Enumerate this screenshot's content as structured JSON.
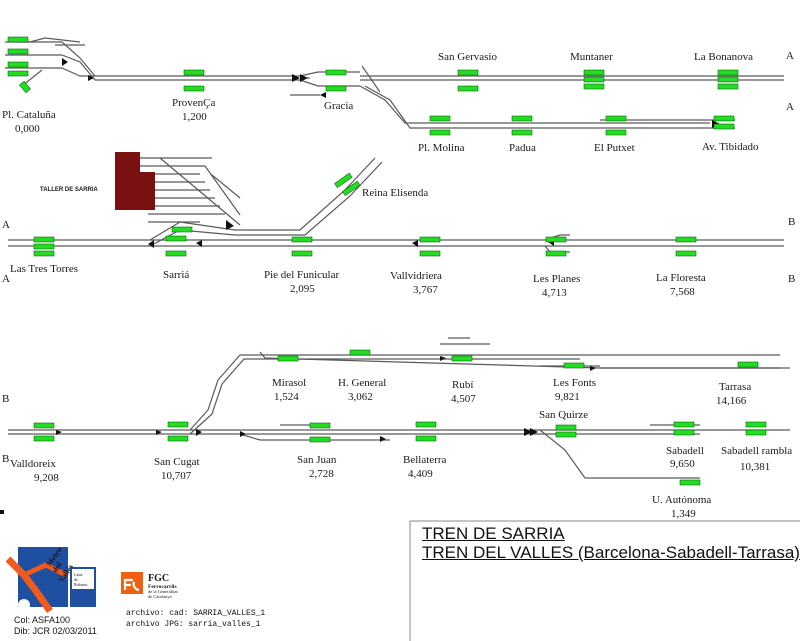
{
  "colors": {
    "line": "#5a5a5a",
    "platform": "#22dd22",
    "platform_edge": "#116611",
    "workshop": "#7a1010",
    "mv_orange": "#f05a1e",
    "mv_blue": "#1f4fa0",
    "fgc_orange": "#f06010"
  },
  "stations": [
    {
      "id": "pl-catalunya",
      "name": "Pl. Cataluña",
      "km": "0,000"
    },
    {
      "id": "provenca",
      "name": "ProvenÇa",
      "km": "1,200"
    },
    {
      "id": "gracia",
      "name": "Gracia",
      "km": ""
    },
    {
      "id": "san-gervasio",
      "name": "San Gervasio",
      "km": ""
    },
    {
      "id": "muntaner",
      "name": "Muntaner",
      "km": ""
    },
    {
      "id": "la-bonanova",
      "name": "La Bonanova",
      "km": ""
    },
    {
      "id": "pl-molina",
      "name": "Pl. Molina",
      "km": ""
    },
    {
      "id": "padua",
      "name": "Padua",
      "km": ""
    },
    {
      "id": "el-putxet",
      "name": "El Putxet",
      "km": ""
    },
    {
      "id": "av-tibidado",
      "name": "Av. Tibidado",
      "km": ""
    },
    {
      "id": "reina-elisenda",
      "name": "Reina Elisenda",
      "km": ""
    },
    {
      "id": "las-tres-torres",
      "name": "Las Tres Torres",
      "km": ""
    },
    {
      "id": "sarria",
      "name": "Sarriá",
      "km": ""
    },
    {
      "id": "pie-funicular",
      "name": "Pie del Funicular",
      "km": "2,095"
    },
    {
      "id": "vallvidriera",
      "name": "Vallvidriera",
      "km": "3,767"
    },
    {
      "id": "les-planes",
      "name": "Les Planes",
      "km": "4,713"
    },
    {
      "id": "la-floresta",
      "name": "La Floresta",
      "km": "7,568"
    },
    {
      "id": "valldoreix",
      "name": "Valldoreix",
      "km": "9,208"
    },
    {
      "id": "san-cugat",
      "name": "San Cugat",
      "km": "10,707"
    },
    {
      "id": "mirasol",
      "name": "Mirasol",
      "km": "1,524"
    },
    {
      "id": "h-general",
      "name": "H. General",
      "km": "3,062"
    },
    {
      "id": "rubi",
      "name": "Rubí",
      "km": "4,507"
    },
    {
      "id": "les-fonts",
      "name": "Les Fonts",
      "km": "9,821"
    },
    {
      "id": "tarrasa",
      "name": "Tarrasa",
      "km": "14,166"
    },
    {
      "id": "san-juan",
      "name": "San Juan",
      "km": "2,728"
    },
    {
      "id": "bellaterra",
      "name": "Bellaterra",
      "km": "4,409"
    },
    {
      "id": "san-quirze",
      "name": "San Quirze",
      "km": ""
    },
    {
      "id": "sabadell",
      "name": "Sabadell",
      "km": "9,650"
    },
    {
      "id": "sabadell-rambla",
      "name": "Sabadell rambla",
      "km": "10,381"
    },
    {
      "id": "u-autonoma",
      "name": "U. Autónoma",
      "km": "1,349"
    }
  ],
  "markers": {
    "a": "A",
    "b": "B"
  },
  "workshop_label": "TALLER DE SARRIA",
  "titles": {
    "line1": "TREN DE SARRIA",
    "line2": "TREN DEL VALLES (Barcelona-Sabadell-Tarrasa)"
  },
  "logos": {
    "metro_valles": [
      "Metro",
      "del",
      "Vallès"
    ],
    "linia": [
      "Línia",
      "de",
      "Rubinos"
    ],
    "fgc_name": "FGC",
    "fgc_sub": [
      "Ferrocarrils",
      "de la Generalitat",
      "de Catalunya"
    ]
  },
  "credits": {
    "col": "Col: ASFA100",
    "dib": "Dib: JCR  02/03/2011",
    "cad": "archivo: cad: SARRIA_VALLES_1",
    "jpg": "archivo JPG: sarria_valles_1"
  }
}
